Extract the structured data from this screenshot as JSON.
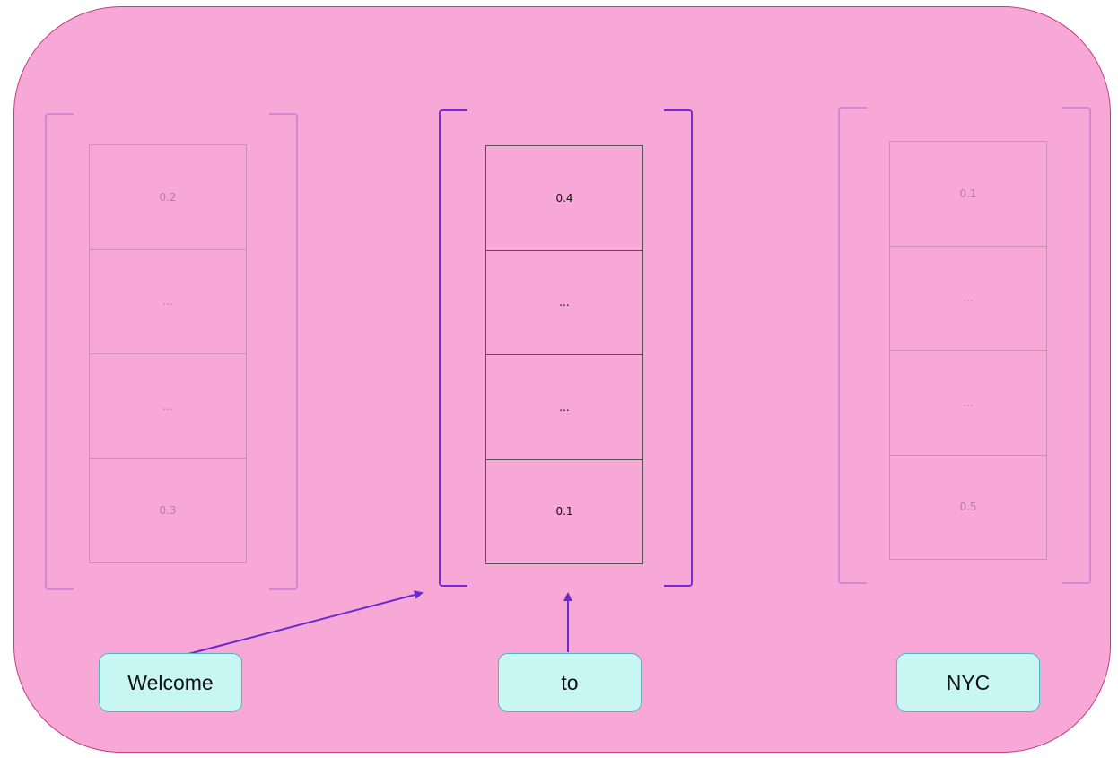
{
  "words": [
    "Welcome",
    "to",
    "NYC"
  ],
  "vectors": [
    {
      "word": "Welcome",
      "cells": [
        "0.2",
        "...",
        "...",
        "0.3"
      ],
      "highlighted": false
    },
    {
      "word": "to",
      "cells": [
        "0.4",
        "...",
        "...",
        "0.1"
      ],
      "highlighted": true
    },
    {
      "word": "NYC",
      "cells": [
        "0.1",
        "...",
        "...",
        "0.5"
      ],
      "highlighted": false
    }
  ],
  "colors": {
    "panel_fill": "#f7a8d6",
    "panel_border": "#c2407f",
    "bracket": "#7a2ad6",
    "arrow": "#6a2ad0",
    "word_box_fill": "#c8f6f2",
    "word_box_border": "#4fb8b8"
  }
}
